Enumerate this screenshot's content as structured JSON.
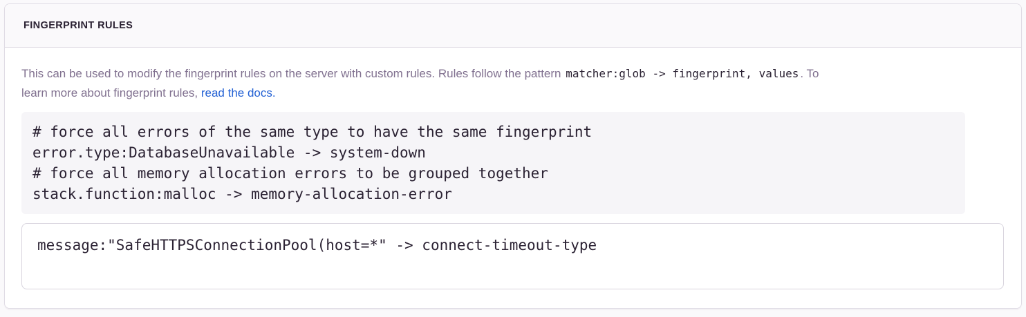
{
  "panel": {
    "title": "FINGERPRINT RULES"
  },
  "description": {
    "text_before_code": "This can be used to modify the fingerprint rules on the server with custom rules. Rules follow the pattern ",
    "inline_code": "matcher:glob -> fingerprint, values",
    "text_after_code": ". To",
    "text_line2": "learn more about fingerprint rules, ",
    "link_text": "read the docs."
  },
  "code_example": {
    "lines": [
      "# force all errors of the same type to have the same fingerprint",
      "error.type:DatabaseUnavailable -> system-down",
      "# force all memory allocation errors to be grouped together",
      "stack.function:malloc -> memory-allocation-error"
    ]
  },
  "rules_input": {
    "value": "message:\"SafeHTTPSConnectionPool(host=*\" -> connect-timeout-type"
  },
  "colors": {
    "page_background": "#FAF9FB",
    "panel_background": "#FFFFFF",
    "border": "#E0DCE5",
    "heading_text": "#2B2233",
    "body_text": "#80708F",
    "code_text": "#2B2233",
    "code_background": "#F6F5F8",
    "link": "#2562D4"
  }
}
